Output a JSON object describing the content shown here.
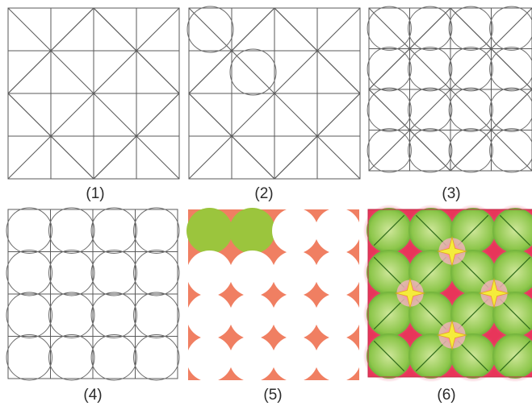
{
  "captions": [
    "(1)",
    "(2)",
    "(3)",
    "(4)",
    "(5)",
    "(6)"
  ],
  "grid": {
    "rows": 4,
    "cols": 4
  },
  "panels": [
    {
      "id": 1,
      "content": "square grid with diagonals"
    },
    {
      "id": 2,
      "content": "grid with diagonals and two leaf arcs in the top-left cells"
    },
    {
      "id": 3,
      "content": "grid with leaf outlines in every cell"
    },
    {
      "id": 4,
      "content": "grid with leaf outlines only"
    },
    {
      "id": 5,
      "content": "salmon tile with white leaves, two leaves green"
    },
    {
      "id": 6,
      "content": "red-pink tile with green leaves and yellow four-point stars"
    }
  ],
  "colors": {
    "line": "#5a5a5a",
    "leaf_outline": "#6a6a6a",
    "salmon": "#f07f62",
    "white_leaf": "#ffffff",
    "green_leaf": "#9bc53d",
    "pink_base": "#e8355a",
    "pink_light": "#f6b1bf",
    "leaf_green_light": "#cfe79a",
    "leaf_green_dark": "#4f9a2a",
    "star_yellow": "#f5ec3b"
  }
}
